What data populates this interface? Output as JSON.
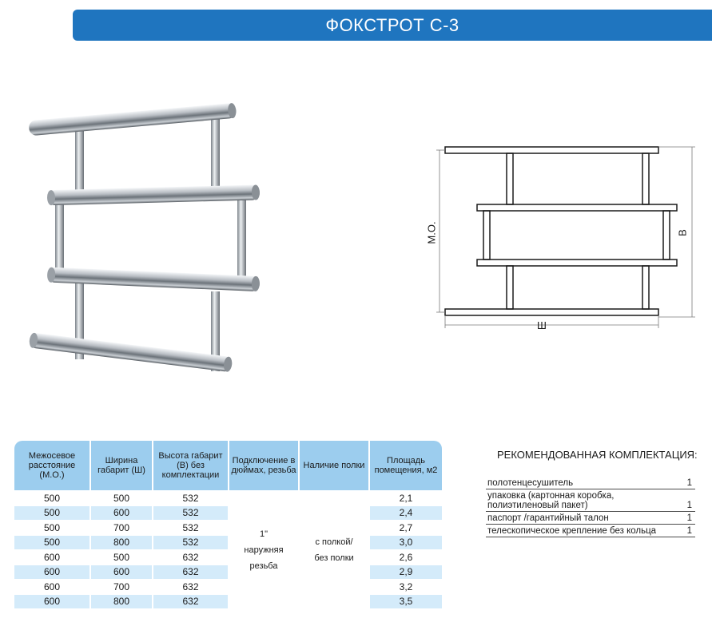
{
  "header": {
    "title": "ФОКСТРОТ С-3"
  },
  "drawing": {
    "label_mo": "М.О.",
    "label_b": "В",
    "label_w": "Ш"
  },
  "table": {
    "headers": [
      "Межосевое расстояние (М.О.)",
      "Ширина габарит (Ш)",
      "Высота габарит (В) без комплектации",
      "Подключение в дюймах, резьба",
      "Наличие полки",
      "Площадь помещения, м2"
    ],
    "rows": [
      [
        "500",
        "500",
        "532",
        "2,1"
      ],
      [
        "500",
        "600",
        "532",
        "2,4"
      ],
      [
        "500",
        "700",
        "532",
        "2,7"
      ],
      [
        "500",
        "800",
        "532",
        "3,0"
      ],
      [
        "600",
        "500",
        "632",
        "2,6"
      ],
      [
        "600",
        "600",
        "632",
        "2,9"
      ],
      [
        "600",
        "700",
        "632",
        "3,2"
      ],
      [
        "600",
        "800",
        "632",
        "3,5"
      ]
    ],
    "connection_lines": [
      "1\"",
      "наружняя",
      "резьба"
    ],
    "shelf_lines": [
      "с полкой/",
      "без полки"
    ]
  },
  "kit": {
    "title": "РЕКОМЕНДОВАННАЯ КОМПЛЕКТАЦИЯ:",
    "items": [
      {
        "name": "полотенцесушитель",
        "qty": "1"
      },
      {
        "name": "упаковка (картонная коробка, полиэтиленовый пакет)",
        "qty": "1"
      },
      {
        "name": "паспорт /гарантийный талон",
        "qty": "1"
      },
      {
        "name": "телескопическое крепление без кольца",
        "qty": "1"
      }
    ]
  }
}
